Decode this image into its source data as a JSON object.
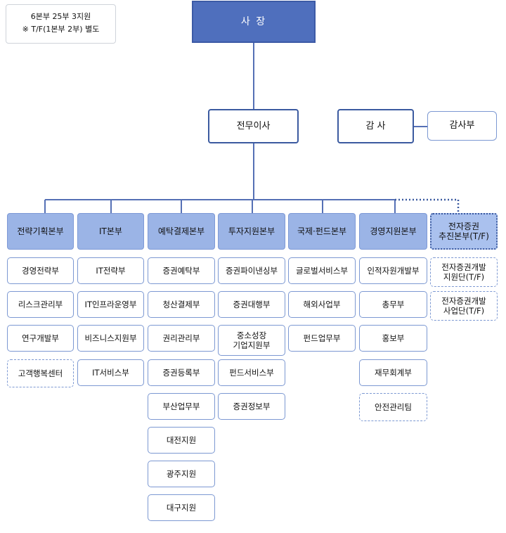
{
  "legend": {
    "line1": "6본부 25부 3지원",
    "line2": "※ T/F(1본부 2부) 별도"
  },
  "ceo": "사 장",
  "executive": "전무이사",
  "auditor": "감 사",
  "audit_dept": "감사부",
  "divisions": [
    {
      "name": "전략기획본부",
      "depts": [
        "경영전략부",
        "리스크관리부",
        "연구개발부",
        "고객행복센터"
      ]
    },
    {
      "name": "IT본부",
      "depts": [
        "IT전략부",
        "IT인프라운영부",
        "비즈니스지원부",
        "IT서비스부"
      ]
    },
    {
      "name": "예탁결제본부",
      "depts": [
        "증권예탁부",
        "청산결제부",
        "권리관리부",
        "증권등록부",
        "부산업무부",
        "대전지원",
        "광주지원",
        "대구지원"
      ]
    },
    {
      "name": "투자지원본부",
      "depts": [
        "증권파이낸싱부",
        "증권대행부",
        "중소성장\n기업지원부",
        "펀드서비스부",
        "증권정보부"
      ]
    },
    {
      "name": "국제·펀드본부",
      "depts": [
        "글로벌서비스부",
        "해외사업부",
        "펀드업무부"
      ]
    },
    {
      "name": "경영지원본부",
      "depts": [
        "인적자원개발부",
        "총무부",
        "홍보부",
        "재무회계부",
        "안전관리팀"
      ]
    },
    {
      "name": "전자증권\n추진본부(T/F)",
      "depts": [
        "전자증권개발\n지원단(T/F)",
        "전자증권개발\n사업단(T/F)"
      ]
    }
  ]
}
